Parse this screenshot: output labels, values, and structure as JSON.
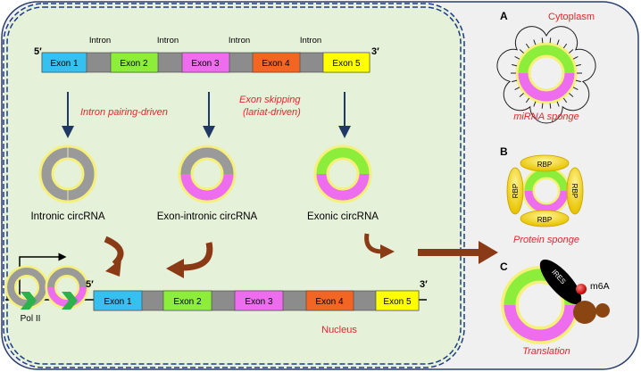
{
  "regions": {
    "cytoplasm": "Cytoplasm",
    "nucleus": "Nucleus"
  },
  "gene": {
    "five_prime": "5′",
    "three_prime": "3′",
    "exons": [
      "Exon 1",
      "Exon 2",
      "Exon 3",
      "Exon 4",
      "Exon 5"
    ],
    "introns": [
      "Intron",
      "Intron",
      "Intron",
      "Intron"
    ]
  },
  "mechanisms": {
    "intron_pairing": "Intron pairing-driven",
    "exon_skipping_1": "Exon skipping",
    "exon_skipping_2": "(lariat-driven)"
  },
  "circrnas": {
    "intronic": "Intronic circRNA",
    "exon_intronic": "Exon-intronic circRNA",
    "exonic": "Exonic circRNA"
  },
  "transcription": {
    "pol": "Pol II",
    "five_prime": "5′",
    "three_prime": "3′",
    "exons": [
      "Exon 1",
      "Exon 2",
      "Exon 3",
      "Exon 4",
      "Exon 5"
    ]
  },
  "functions": {
    "a": {
      "letter": "A",
      "label": "miRNA sponge"
    },
    "b": {
      "letter": "B",
      "label": "Protein sponge",
      "rbp": [
        "RBP",
        "RBP",
        "RBP",
        "RBP"
      ]
    },
    "c": {
      "letter": "C",
      "label": "Translation",
      "ires": "IRES",
      "m6a": "m6A"
    }
  },
  "colors": {
    "exon1": "#35c0f0",
    "exon2": "#8cee3a",
    "exon3": "#ee6cee",
    "exon4": "#f26522",
    "exon5": "#ffff00",
    "intron": "#8c8c8c",
    "nucleus_fill": "#e6f1da",
    "arrow_brown": "#8b3a16",
    "arrow_navy": "#1f3864",
    "text_red": "#e8262b"
  }
}
